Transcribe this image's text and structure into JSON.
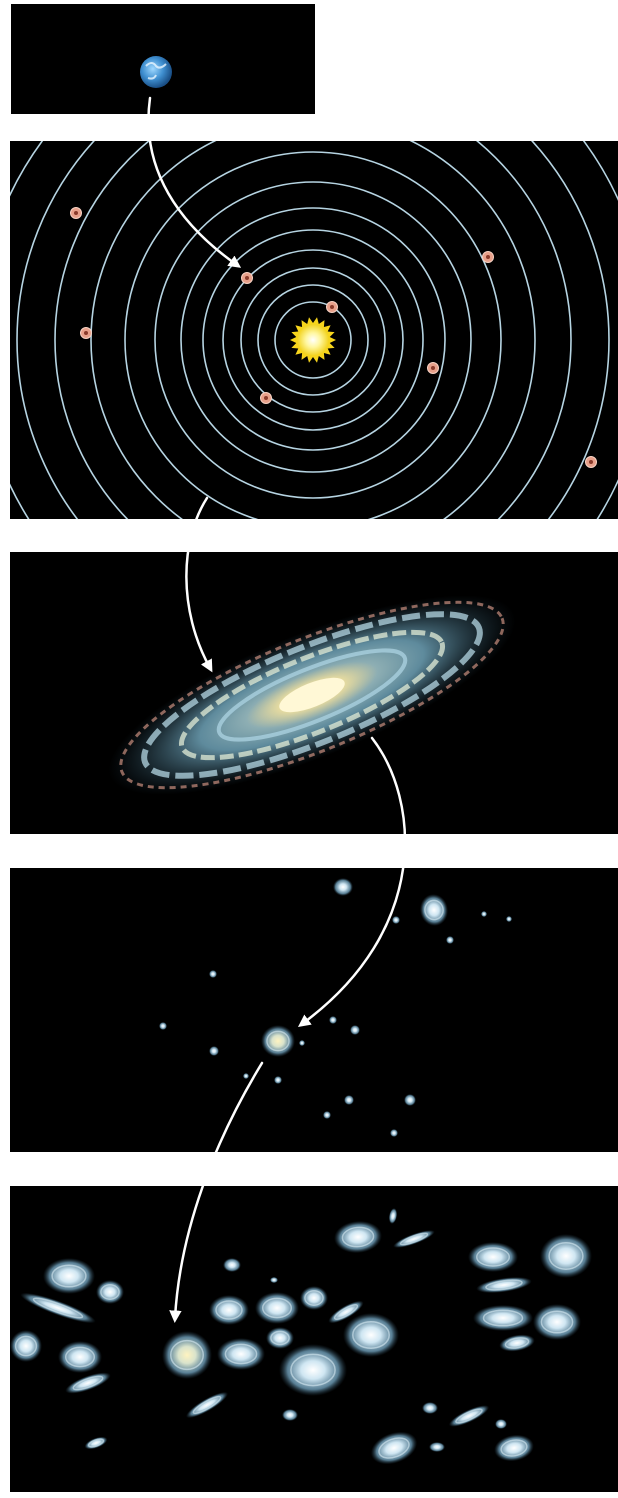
{
  "colors": {
    "background": "#ffffff",
    "panel": "#000000",
    "orbit": "#b6d4e2",
    "planet": "#e8a08a",
    "sun": "#fff27a",
    "arrow": "#ffffff",
    "galaxy_core": "#fff3b0",
    "galaxy_arm": "#9cc8dc"
  },
  "panels": [
    {
      "id": "earth",
      "label": ""
    },
    {
      "id": "solar-system",
      "label": ""
    },
    {
      "id": "milky-way",
      "label": ""
    },
    {
      "id": "local-group",
      "label": ""
    },
    {
      "id": "supercluster",
      "label": ""
    }
  ],
  "solar_system": {
    "planet_count": 8,
    "orbit_count": 12
  },
  "icons": [
    "earth-icon",
    "sun-icon",
    "planet-icon",
    "galaxy-icon",
    "arrow-icon"
  ]
}
